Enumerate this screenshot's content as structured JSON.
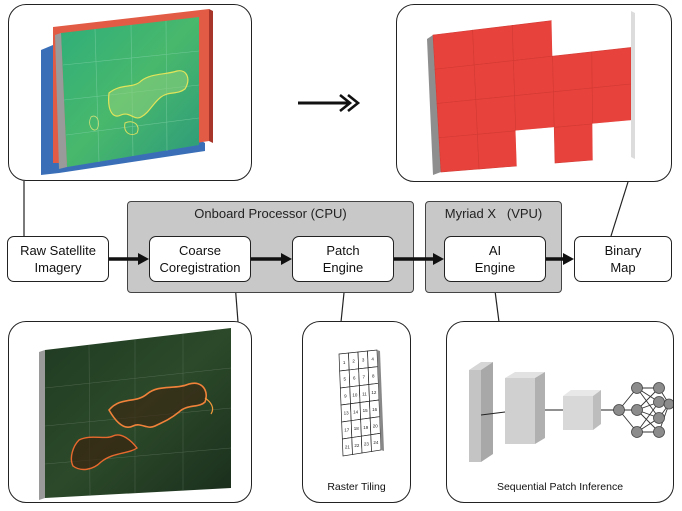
{
  "nodes": {
    "raw": [
      "Raw Satellite",
      "Imagery"
    ],
    "coarse": [
      "Coarse",
      "Coregistration"
    ],
    "patch": [
      "Patch",
      "Engine"
    ],
    "ai": [
      "AI",
      "Engine"
    ],
    "binary": [
      "Binary",
      "Map"
    ]
  },
  "groups": {
    "cpu": "Onboard Processor (CPU)",
    "vpu": "Myriad X   (VPU)"
  },
  "captions": {
    "raster": "Raster Tiling",
    "inference": "Sequential Patch Inference"
  },
  "tile_numbers": [
    "1",
    "2",
    "3",
    "4",
    "5",
    "6",
    "7",
    "8",
    "9",
    "10",
    "11",
    "12",
    "13",
    "14",
    "15",
    "16",
    "17",
    "18",
    "19",
    "20",
    "21",
    "22",
    "23",
    "24"
  ],
  "binary_map_grid": {
    "rows": 4,
    "cols": 5,
    "fire_color": "#e8423c",
    "white_cells": [
      [
        0,
        3
      ],
      [
        0,
        4
      ],
      [
        3,
        2
      ],
      [
        3,
        4
      ]
    ]
  },
  "colors": {
    "processor_fill": "#c8c8c8",
    "arrow": "#111111",
    "fire": "#e8423c"
  }
}
